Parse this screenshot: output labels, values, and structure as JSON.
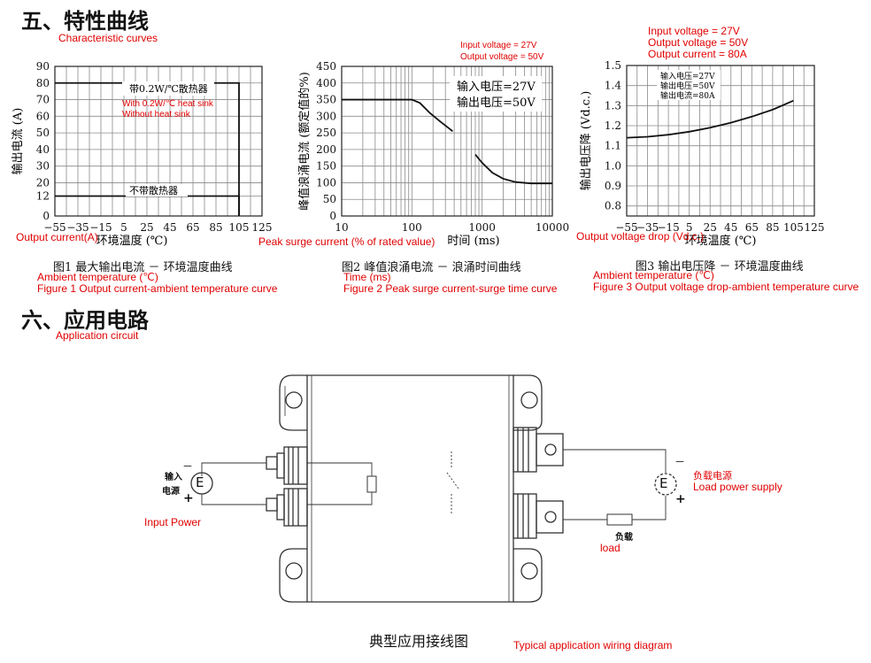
{
  "section5": {
    "title": "五、特性曲线",
    "subtitle_en": "Characteristic curves"
  },
  "section6": {
    "title": "六、应用电路",
    "subtitle_en": "Application circuit"
  },
  "fig1": {
    "caption_cn": "图1  最大输出电流 － 环境温度曲线",
    "caption_en1": "Ambient temperature (℃)",
    "caption_en2": "Figure 1 Output current-ambient temperature curve",
    "note_en": "Output current(A)"
  },
  "fig2": {
    "caption_cn": "图2  峰值浪涌电流 － 浪涌时间曲线",
    "caption_en1": "Time (ms)",
    "caption_en2": "Figure 2 Peak surge current-surge time curve",
    "note_en": "Peak surge current (% of rated value)",
    "top_note_1": "Input voltage = 27V",
    "top_note_2": "Output voltage = 50V"
  },
  "fig3": {
    "caption_cn": "图3  输出电压降 － 环境温度曲线",
    "caption_en1": "Ambient temperature (℃)",
    "caption_en2": "Figure 3 Output voltage drop-ambient temperature curve",
    "note_en": "Output voltage drop (Vd.c.)",
    "top_note_1": "Input voltage = 27V",
    "top_note_2": "Output voltage = 50V",
    "top_note_3": "Output current = 80A"
  },
  "circuit": {
    "input_label_1": "输入",
    "input_label_2": "电源",
    "input_power_en": "Input Power",
    "load_supply_cn": "负载电源",
    "load_supply_en": "Load power supply",
    "load_cn": "负载",
    "load_en": "load",
    "source_symbol": "E",
    "minus": "－",
    "plus": "+",
    "caption_cn": "典型应用接线图",
    "caption_en": "Typical application wiring diagram"
  },
  "chart_data": [
    {
      "type": "line",
      "xlabel": "环境温度 (℃)",
      "ylabel": "输出电流 (A)",
      "x_ticks": [
        -55,
        -35,
        -15,
        5,
        25,
        45,
        65,
        85,
        105,
        125
      ],
      "y_ticks": [
        0,
        12,
        20,
        30,
        40,
        50,
        60,
        70,
        80,
        90
      ],
      "xlim": [
        -55,
        125
      ],
      "ylim": [
        0,
        90
      ],
      "series": [
        {
          "name": "带0.2W/℃散热器",
          "name_en": "With 0.2W/℃ heat sink",
          "x": [
            -55,
            105,
            105
          ],
          "y": [
            80,
            80,
            0
          ]
        },
        {
          "name": "不带散热器",
          "name_en": "Without heat sink",
          "x": [
            -55,
            105,
            105
          ],
          "y": [
            12,
            12,
            0
          ]
        }
      ]
    },
    {
      "type": "line",
      "xscale": "log",
      "xlabel": "时间 (ms)",
      "ylabel": "峰值浪涌电流 (额定值的%)",
      "x_ticks": [
        10,
        100,
        1000,
        10000
      ],
      "y_ticks": [
        0,
        50,
        100,
        150,
        200,
        250,
        300,
        350,
        400,
        450
      ],
      "xlim": [
        10,
        10000
      ],
      "ylim": [
        0,
        450
      ],
      "legend_lines": [
        "输入电压=27V",
        "输出电压=50V"
      ],
      "series": [
        {
          "x": [
            10,
            100,
            130,
            180,
            250,
            380
          ],
          "y": [
            350,
            350,
            340,
            310,
            285,
            255
          ]
        },
        {
          "x": [
            800,
            1000,
            1400,
            2000,
            3000,
            5000,
            10000
          ],
          "y": [
            185,
            160,
            130,
            112,
            102,
            98,
            98
          ]
        }
      ]
    },
    {
      "type": "line",
      "xlabel": "环境温度 (℃)",
      "ylabel": "输出电压降 (Vd.c.)",
      "x_ticks": [
        -55,
        -35,
        -15,
        5,
        25,
        45,
        65,
        85,
        105,
        125
      ],
      "y_ticks": [
        0.8,
        0.9,
        1.0,
        1.1,
        1.2,
        1.3,
        1.4,
        1.5
      ],
      "xlim": [
        -55,
        125
      ],
      "ylim": [
        0.75,
        1.5
      ],
      "legend_lines": [
        "输入电压=27V",
        "输出电压=50V",
        "输出电流=80A"
      ],
      "series": [
        {
          "x": [
            -55,
            -35,
            -15,
            5,
            25,
            45,
            65,
            85,
            105
          ],
          "y": [
            1.14,
            1.145,
            1.155,
            1.17,
            1.19,
            1.215,
            1.245,
            1.28,
            1.325
          ]
        }
      ]
    }
  ]
}
